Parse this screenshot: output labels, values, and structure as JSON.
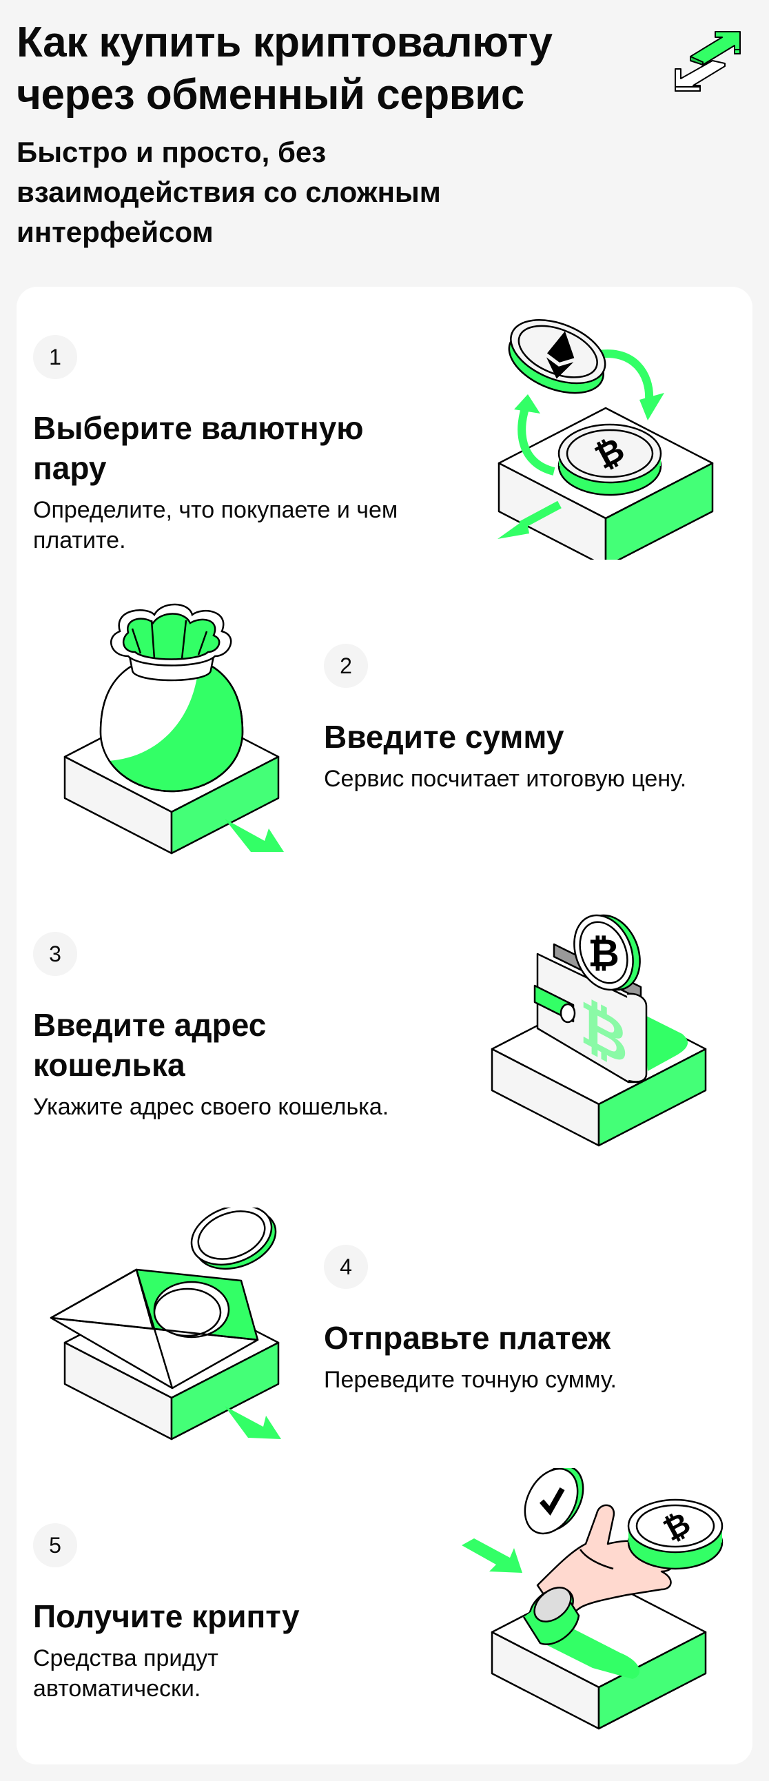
{
  "header": {
    "title": "Как купить криптовалюту через обменный сервис",
    "subtitle": "Быстро и просто, без взаимодействия со сложным интерфейсом",
    "icon": "exchange-arrows-icon"
  },
  "colors": {
    "background": "#F5F5F5",
    "card": "#FFFFFF",
    "accent_green": "#33FF66",
    "accent_green_side": "#44FF77",
    "badge_bg": "#F4F4F4",
    "text": "#0A0A0A",
    "skin": "#FFD9CF"
  },
  "steps": [
    {
      "number": "1",
      "title": "Выберите валютную пару",
      "description": "Определите, что покупаете и чем платите.",
      "illustration": "coin-swap-ethereum-bitcoin-icon"
    },
    {
      "number": "2",
      "title": "Введите сумму",
      "description": "Сервис посчитает итоговую цену.",
      "illustration": "money-bag-icon"
    },
    {
      "number": "3",
      "title": "Введите адрес кошелька",
      "description": "Укажите адрес своего кошелька.",
      "illustration": "wallet-bitcoin-icon"
    },
    {
      "number": "4",
      "title": "Отправьте платеж",
      "description": "Переведите точную сумму.",
      "illustration": "envelope-coin-icon"
    },
    {
      "number": "5",
      "title": "Получите крипту",
      "description": "Средства придут автоматически.",
      "illustration": "hand-receiving-coin-icon"
    }
  ]
}
